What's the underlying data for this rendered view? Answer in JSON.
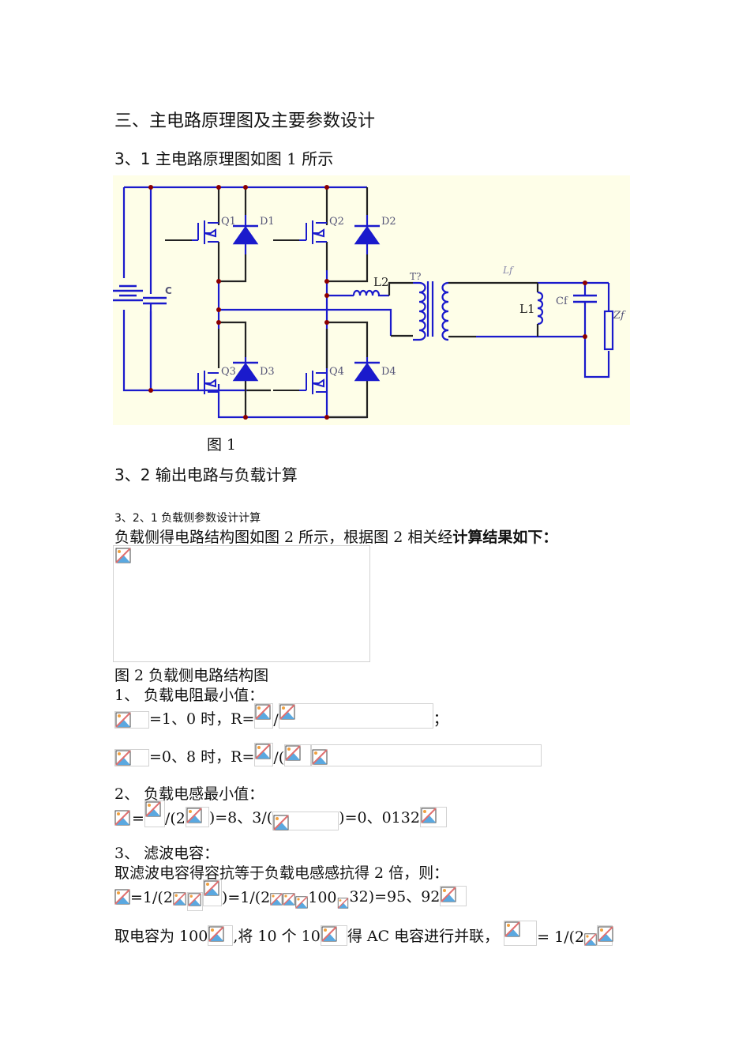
{
  "section_title": "三、主电路原理图及主要参数设计",
  "sub31": {
    "bold": "3、1 主电路原理图",
    "normal": "如图 1 所示"
  },
  "figure1": {
    "caption": "图 1",
    "labels": {
      "Q1": "Q1",
      "Q2": "Q2",
      "Q3": "Q3",
      "Q4": "Q4",
      "D1": "D1",
      "D2": "D2",
      "D3": "D3",
      "D4": "D4",
      "C": "C",
      "L2": "L2",
      "T": "T?",
      "Lf": "Lf",
      "L1": "L1",
      "Cf": "Cf",
      "Zf": "Zf"
    },
    "colors": {
      "background": "#fefee8",
      "wire_blue": "#1a1acc",
      "wire_dark": "#222222",
      "junction": "#8b0000",
      "label": "#555577"
    }
  },
  "sub32": "3、2 输出电路与负载计算",
  "sub321": "3、2、1  负载侧参数设计计算",
  "para1": {
    "normal": "负载侧得电路结构图如图 2 所示，根据图 2 相关经",
    "bold": "计算结果如下："
  },
  "figure2": {
    "caption": "图 2  负载侧电路结构图",
    "image": "broken-image-icon"
  },
  "item1": {
    "title": "1、  负载电阻最小值：",
    "line1": {
      "t1": "=1、0 时，R=",
      "t2": "/",
      "t3": "；"
    },
    "line2": {
      "t1": "=0、8 时，R=",
      "t2": "/("
    }
  },
  "item2": {
    "title": "2、  负载电感最小值：",
    "line1": {
      "t1": "=",
      "t2": "/(2",
      "t3": ")=8、3/(",
      "t4": ")=0、0132"
    }
  },
  "item3": {
    "title": "3、  滤波电容：",
    "desc": "取滤波电容得容抗等于负载电感感抗得 2 倍，则：",
    "line1": {
      "t1": "=1/(2",
      "t2": ")=1/(2",
      "t3": "100",
      "t4": "32)=95、92"
    },
    "line2": {
      "t1": "取电容为 100",
      "t2": ",将 10 个 10",
      "t3": "得 AC 电容进行并联，",
      "t4": "= 1/(2"
    }
  }
}
